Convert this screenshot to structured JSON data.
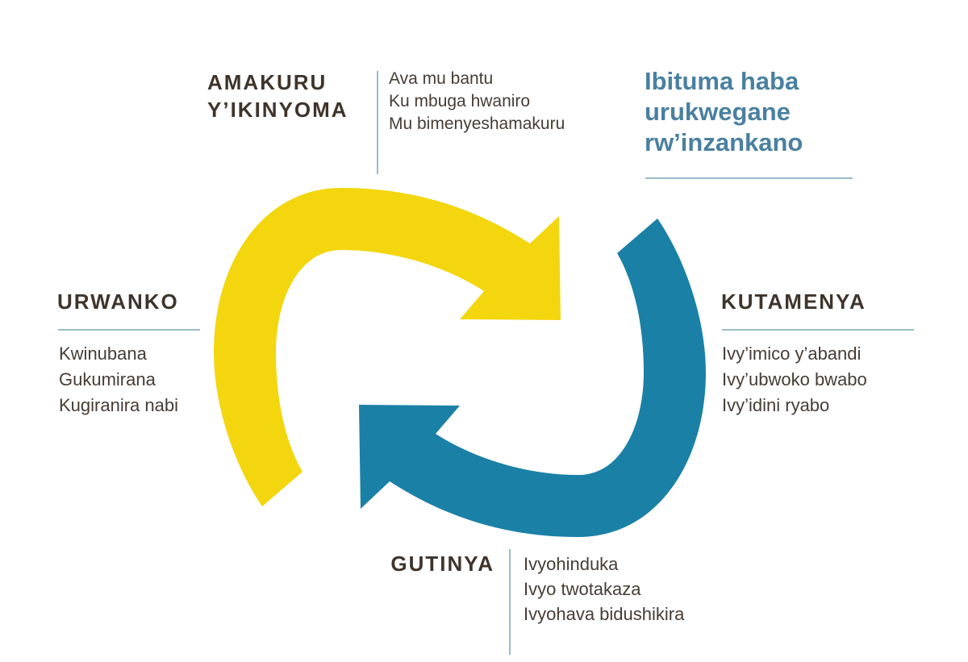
{
  "title": {
    "lines": [
      "Ibituma haba",
      "urukwegane",
      "rw’inzankano"
    ]
  },
  "sections": {
    "amakuru": {
      "heading_lines": [
        "AMAKURU",
        "Y’IKINYOMA"
      ],
      "items": [
        "Ava mu bantu",
        "Ku mbuga hwaniro",
        "Mu bimenyeshamakuru"
      ]
    },
    "kutamenya": {
      "heading": "KUTAMENYA",
      "items": [
        "Ivy’imico y’abandi",
        "Ivy’ubwoko bwabo",
        "Ivy’idini ryabo"
      ]
    },
    "gutinya": {
      "heading": "GUTINYA",
      "items": [
        "Ivyohinduka",
        "Ivyo twotakaza",
        "Ivyohava bidushikira"
      ]
    },
    "urwanko": {
      "heading": "URWANKO",
      "items": [
        "Kwinubana",
        "Gukumirana",
        "Kugiranira nabi"
      ]
    }
  },
  "graphic": {
    "type": "cycle",
    "description": "Two interlocking circular arrows rotating clockwise",
    "first_arrow_color": "#F3D60E",
    "second_arrow_color": "#1B80A6"
  },
  "colors": {
    "heading_text": "#3F342B",
    "body_text": "#473C33",
    "title_text": "#4A80A0",
    "rule": "#9DBCC9",
    "background": "#FFFFFF"
  }
}
